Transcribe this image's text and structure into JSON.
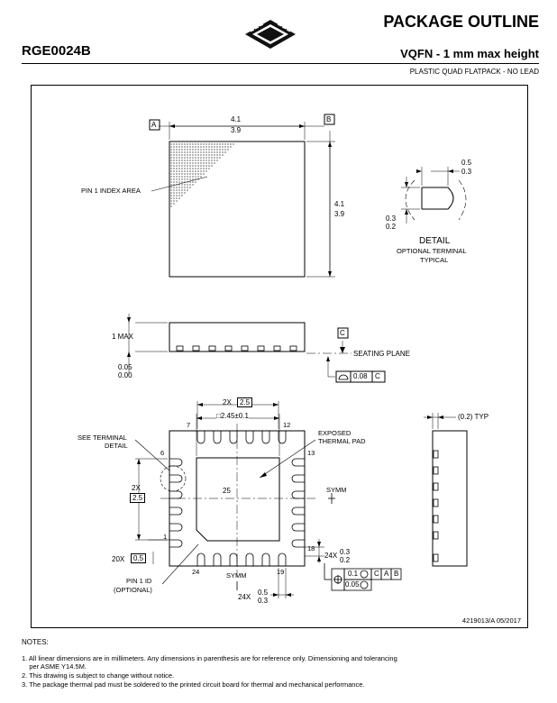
{
  "header": {
    "part_number": "RGE0024B",
    "title": "PACKAGE OUTLINE",
    "subtitle": "VQFN - 1 mm max height",
    "description": "PLASTIC QUAD FLATPACK - NO LEAD"
  },
  "top_view": {
    "datum_a": "A",
    "datum_b": "B",
    "width_max": "4.1",
    "width_min": "3.9",
    "height_max": "4.1",
    "height_min": "3.9",
    "pin1_index_label": "PIN 1 INDEX AREA"
  },
  "detail": {
    "dim_top_max": "0.5",
    "dim_top_min": "0.3",
    "dim_left_max": "0.3",
    "dim_left_min": "0.2",
    "title": "DETAIL",
    "line2": "OPTIONAL TERMINAL",
    "line3": "TYPICAL"
  },
  "side_view": {
    "height_label": "1 MAX",
    "standoff_max": "0.05",
    "standoff_min": "0.00",
    "datum_c": "C",
    "seating_plane": "SEATING PLANE",
    "coplanarity": "0.08",
    "coplanarity_ref": "C"
  },
  "bottom_view": {
    "pitch_top_prefix": "2X",
    "pitch_top_value": "2.5",
    "pad_size_label": "□2.45±0.1",
    "pin7": "7",
    "pin12": "12",
    "pin6": "6",
    "pin13": "13",
    "pin1": "1",
    "pin18": "18",
    "pin24": "24",
    "pin19": "19",
    "center_label": "25",
    "see_terminal": "SEE TERMINAL",
    "see_terminal_2": "DETAIL",
    "exposed_pad": "EXPOSED",
    "exposed_pad_2": "THERMAL PAD",
    "left_pitch_prefix": "2X",
    "left_pitch_value": "2.5",
    "pitch_count_prefix": "20X",
    "pitch_value": "0.5",
    "pin1_id": "PIN 1 ID",
    "pin1_id_2": "(OPTIONAL)",
    "symm": "SYMM",
    "lead_w_prefix": "24X",
    "lead_w_max": "0.3",
    "lead_w_min": "0.2",
    "lead_l_prefix": "24X",
    "lead_l_max": "0.5",
    "lead_l_min": "0.3",
    "tol1_value": "0.1",
    "tol1_refs": [
      "C",
      "A",
      "B"
    ],
    "tol2_value": "0.05"
  },
  "side_view_2": {
    "typ_label": "(0.2) TYP"
  },
  "drawing_number": "4219013/A  05/2017",
  "notes": {
    "heading": "NOTES:",
    "items": [
      "1. All linear dimensions are in millimeters. Any dimensions in parenthesis are for reference only. Dimensioning and tolerancing",
      "    per ASME Y14.5M.",
      "2. This drawing is subject to change without notice.",
      "3. The package thermal pad must be soldered to the printed circuit board for thermal and mechanical performance."
    ]
  }
}
